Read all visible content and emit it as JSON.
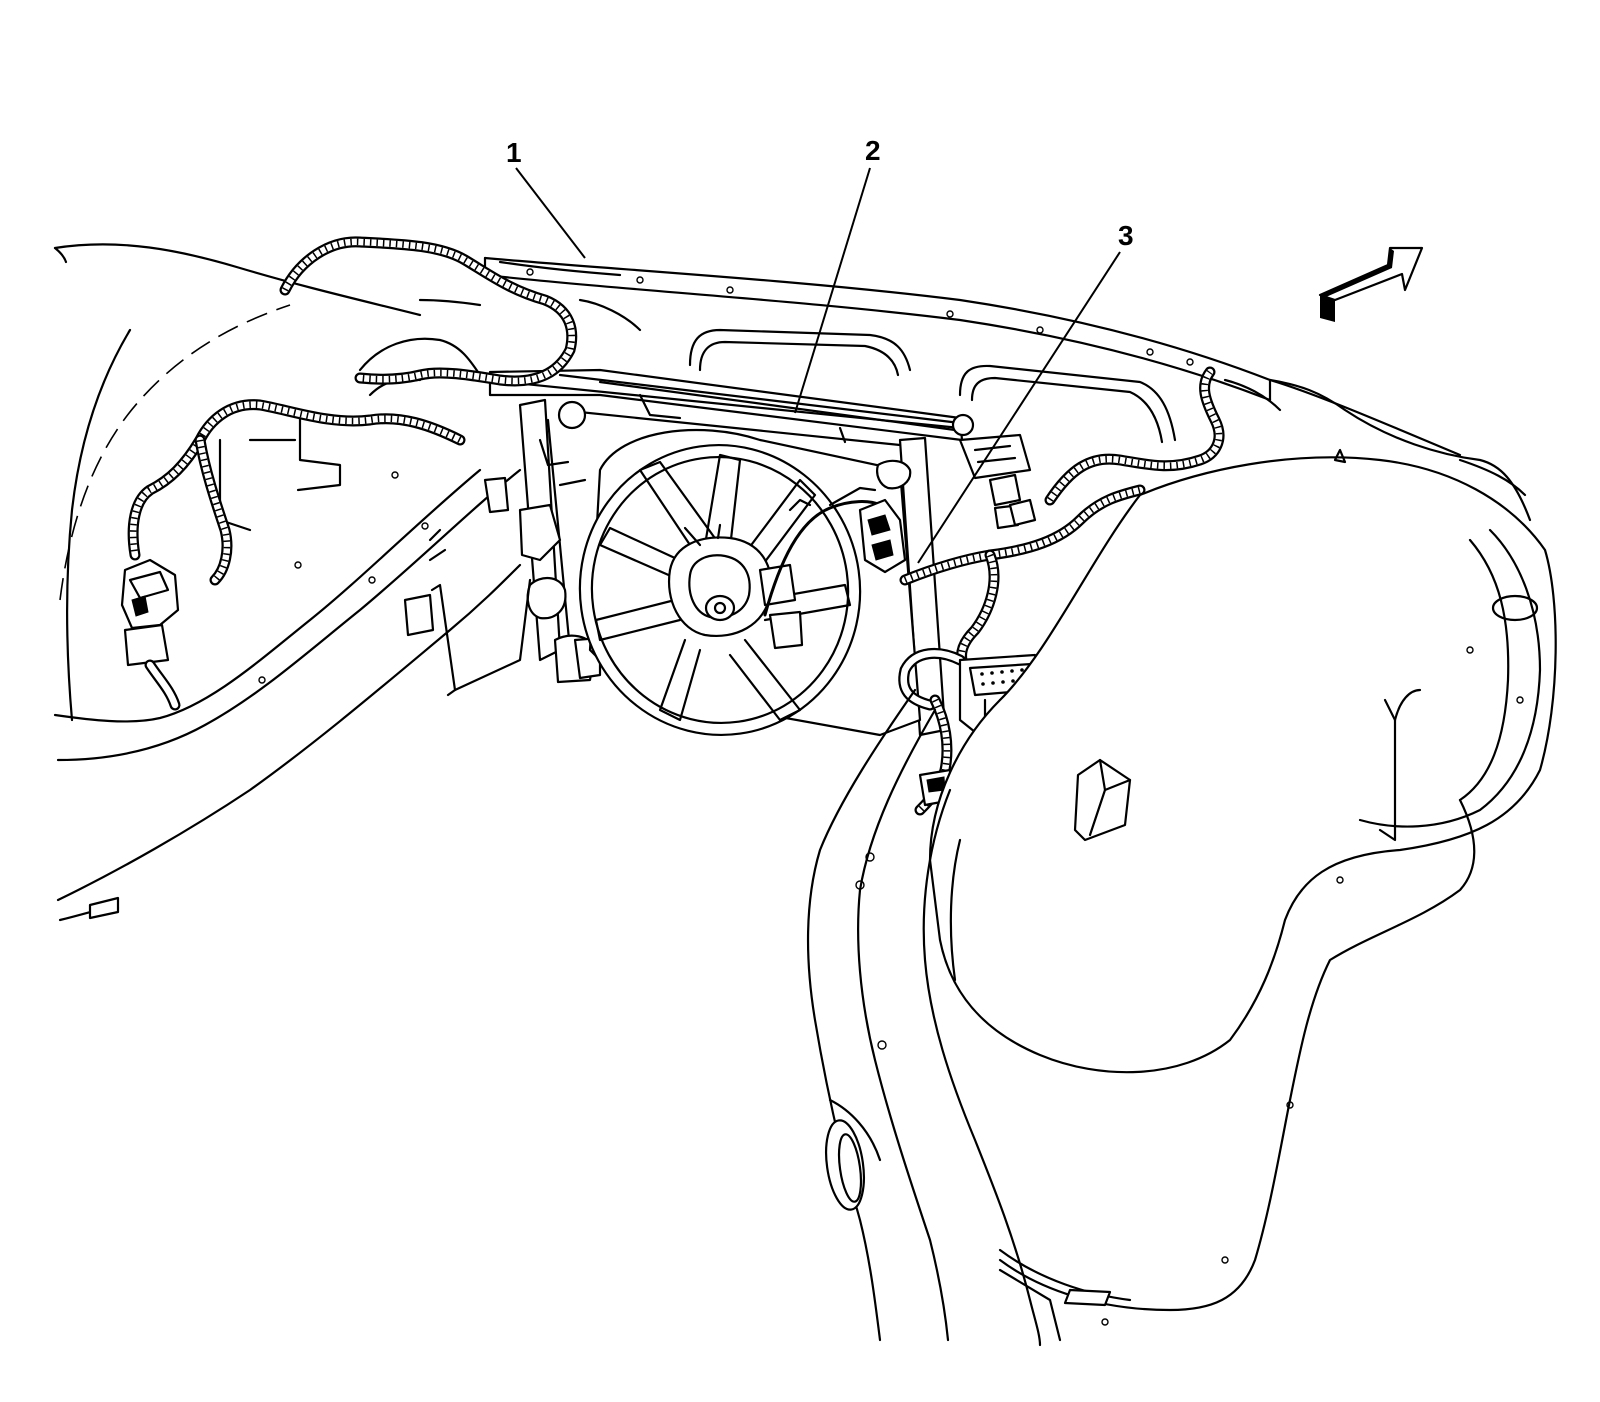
{
  "callouts": [
    {
      "id": "1",
      "label": "1"
    },
    {
      "id": "2",
      "label": "2"
    },
    {
      "id": "3",
      "label": "3"
    }
  ],
  "orientation_arrow": {
    "icon": "front-direction-arrow-icon"
  }
}
